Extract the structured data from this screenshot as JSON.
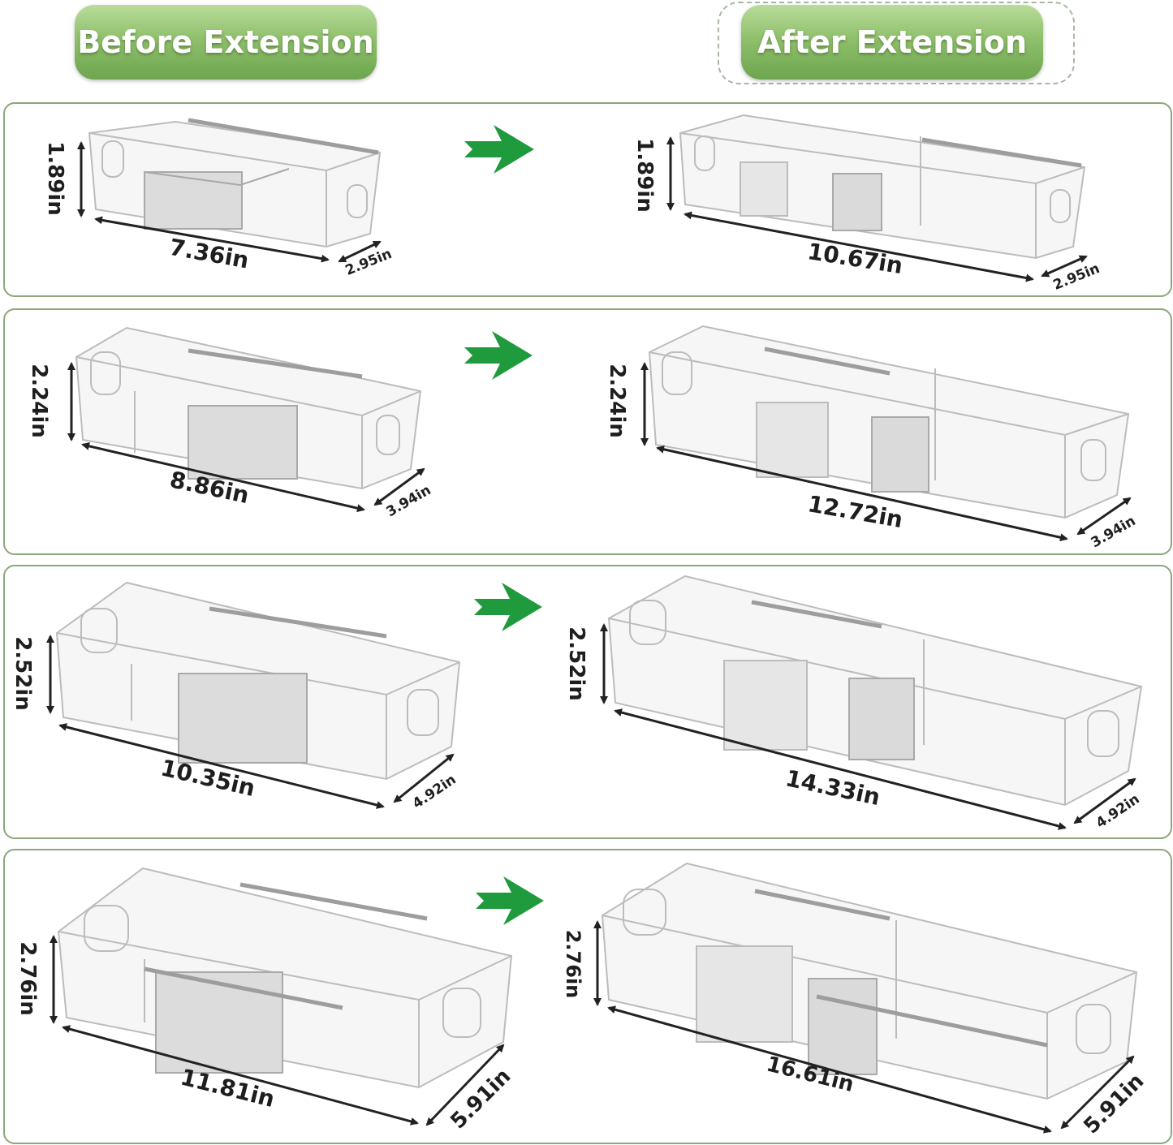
{
  "headers": {
    "before": "Before Extension",
    "after": "After Extension"
  },
  "colors": {
    "header_green": "#8fc06c",
    "row_border": "#8aa87a",
    "arrow_green": "#1f9a3c"
  },
  "rows": [
    {
      "before": {
        "height": "1.89in",
        "length": "7.36in",
        "width": "2.95in"
      },
      "after": {
        "height": "1.89in",
        "length": "10.67in",
        "width": "2.95in"
      }
    },
    {
      "before": {
        "height": "2.24in",
        "length": "8.86in",
        "width": "3.94in"
      },
      "after": {
        "height": "2.24in",
        "length": "12.72in",
        "width": "3.94in"
      }
    },
    {
      "before": {
        "height": "2.52in",
        "length": "10.35in",
        "width": "4.92in"
      },
      "after": {
        "height": "2.52in",
        "length": "14.33in",
        "width": "4.92in"
      }
    },
    {
      "before": {
        "height": "2.76in",
        "length": "11.81in",
        "width": "5.91in"
      },
      "after": {
        "height": "2.76in",
        "length": "16.61in",
        "width": "5.91in"
      }
    }
  ]
}
